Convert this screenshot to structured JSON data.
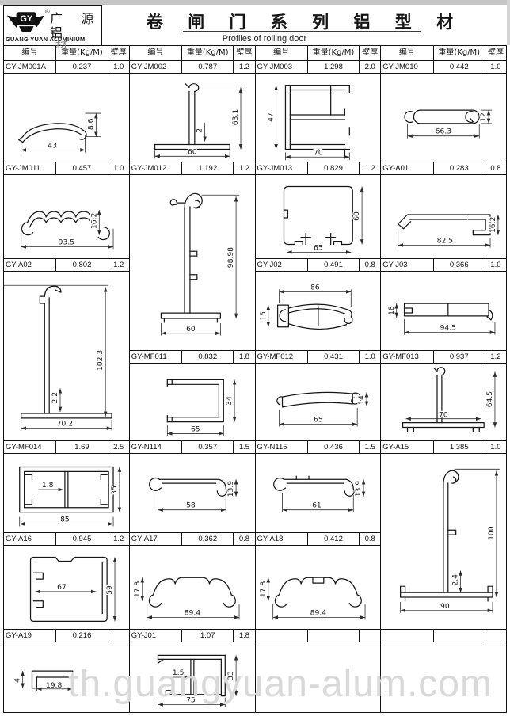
{
  "header": {
    "logo_mark": "GY",
    "registered": "®",
    "brand_cn_line1": "广 源",
    "brand_cn_line2": "铝",
    "brand_cn_ghost": "材",
    "brand_en": "GUANG YUAN ALUMINIUM",
    "title_cn": "卷 闸 门 系 列  铝 型 材",
    "title_en": "Profiles  of rolling door"
  },
  "watermark": "th.guangyuan-alum.com",
  "table": {
    "col_headers": {
      "code": "编号",
      "weight": "重量(Kg/M)",
      "wall": "壁厚"
    }
  },
  "profiles": {
    "JM001A": {
      "code": "GY-JM001A",
      "weight": "0.237",
      "wall": "1.0",
      "dims": [
        "43",
        "8.6"
      ]
    },
    "JM002": {
      "code": "GY-JM002",
      "weight": "0.787",
      "wall": "1.2",
      "dims": [
        "63.1",
        "2",
        "60"
      ]
    },
    "JM003": {
      "code": "GY-JM003",
      "weight": "1.298",
      "wall": "2.0",
      "dims": [
        "47",
        "70"
      ]
    },
    "JM010": {
      "code": "GY-JM010",
      "weight": "0.442",
      "wall": "1.0",
      "dims": [
        "66.3",
        "12"
      ]
    },
    "JM011": {
      "code": "GY-JM011",
      "weight": "0.457",
      "wall": "1.0",
      "dims": [
        "93.5",
        "16.2"
      ]
    },
    "JM012": {
      "code": "GY-JM012",
      "weight": "1.192",
      "wall": "1.2",
      "dims": [
        "98.98",
        "60"
      ]
    },
    "JM013": {
      "code": "GY-JM013",
      "weight": "0.829",
      "wall": "1.2",
      "dims": [
        "60",
        "65"
      ]
    },
    "A01": {
      "code": "GY-A01",
      "weight": "0.283",
      "wall": "0.8",
      "dims": [
        "82.5",
        "16.2"
      ]
    },
    "A02": {
      "code": "GY-A02",
      "weight": "0.802",
      "wall": "1.2",
      "dims": [
        "102.3",
        "2.2",
        "70.2"
      ]
    },
    "J02": {
      "code": "GY-J02",
      "weight": "0.491",
      "wall": "0.8",
      "dims": [
        "86",
        "15"
      ]
    },
    "J03": {
      "code": "GY-J03",
      "weight": "0.366",
      "wall": "1.0",
      "dims": [
        "94.5",
        "18"
      ]
    },
    "MF011": {
      "code": "GY-MF011",
      "weight": "0.832",
      "wall": "1.8",
      "dims": [
        "34",
        "65"
      ]
    },
    "MF012": {
      "code": "GY-MF012",
      "weight": "0.431",
      "wall": "1.0",
      "dims": [
        "65",
        "14"
      ]
    },
    "MF013": {
      "code": "GY-MF013",
      "weight": "0.937",
      "wall": "1.2",
      "dims": [
        "64.5",
        "70"
      ]
    },
    "MF014": {
      "code": "GY-MF014",
      "weight": "1.69",
      "wall": "2.5",
      "dims": [
        "1.8",
        "35",
        "85"
      ]
    },
    "N114": {
      "code": "GY-N114",
      "weight": "0.357",
      "wall": "1.5",
      "dims": [
        "58",
        "13.9"
      ]
    },
    "N115": {
      "code": "GY-N115",
      "weight": "0.436",
      "wall": "1.5",
      "dims": [
        "61",
        "13.9"
      ]
    },
    "A15": {
      "code": "GY-A15",
      "weight": "1.385",
      "wall": "1.0",
      "dims": [
        "100",
        "2.4",
        "90"
      ]
    },
    "A16": {
      "code": "GY-A16",
      "weight": "0.945",
      "wall": "1.2",
      "dims": [
        "67",
        "59"
      ]
    },
    "A17": {
      "code": "GY-A17",
      "weight": "0.362",
      "wall": "0.8",
      "dims": [
        "17.8",
        "89.4"
      ]
    },
    "A18": {
      "code": "GY-A18",
      "weight": "0.412",
      "wall": "0.8",
      "dims": [
        "17.8",
        "89.4"
      ]
    },
    "A19": {
      "code": "GY-A19",
      "weight": "0.216",
      "wall": "",
      "dims": [
        "19.8",
        "4"
      ]
    },
    "J01": {
      "code": "GY-J01",
      "weight": "1.07",
      "wall": "1.8",
      "dims": [
        "1.5",
        "33",
        "75"
      ]
    }
  }
}
